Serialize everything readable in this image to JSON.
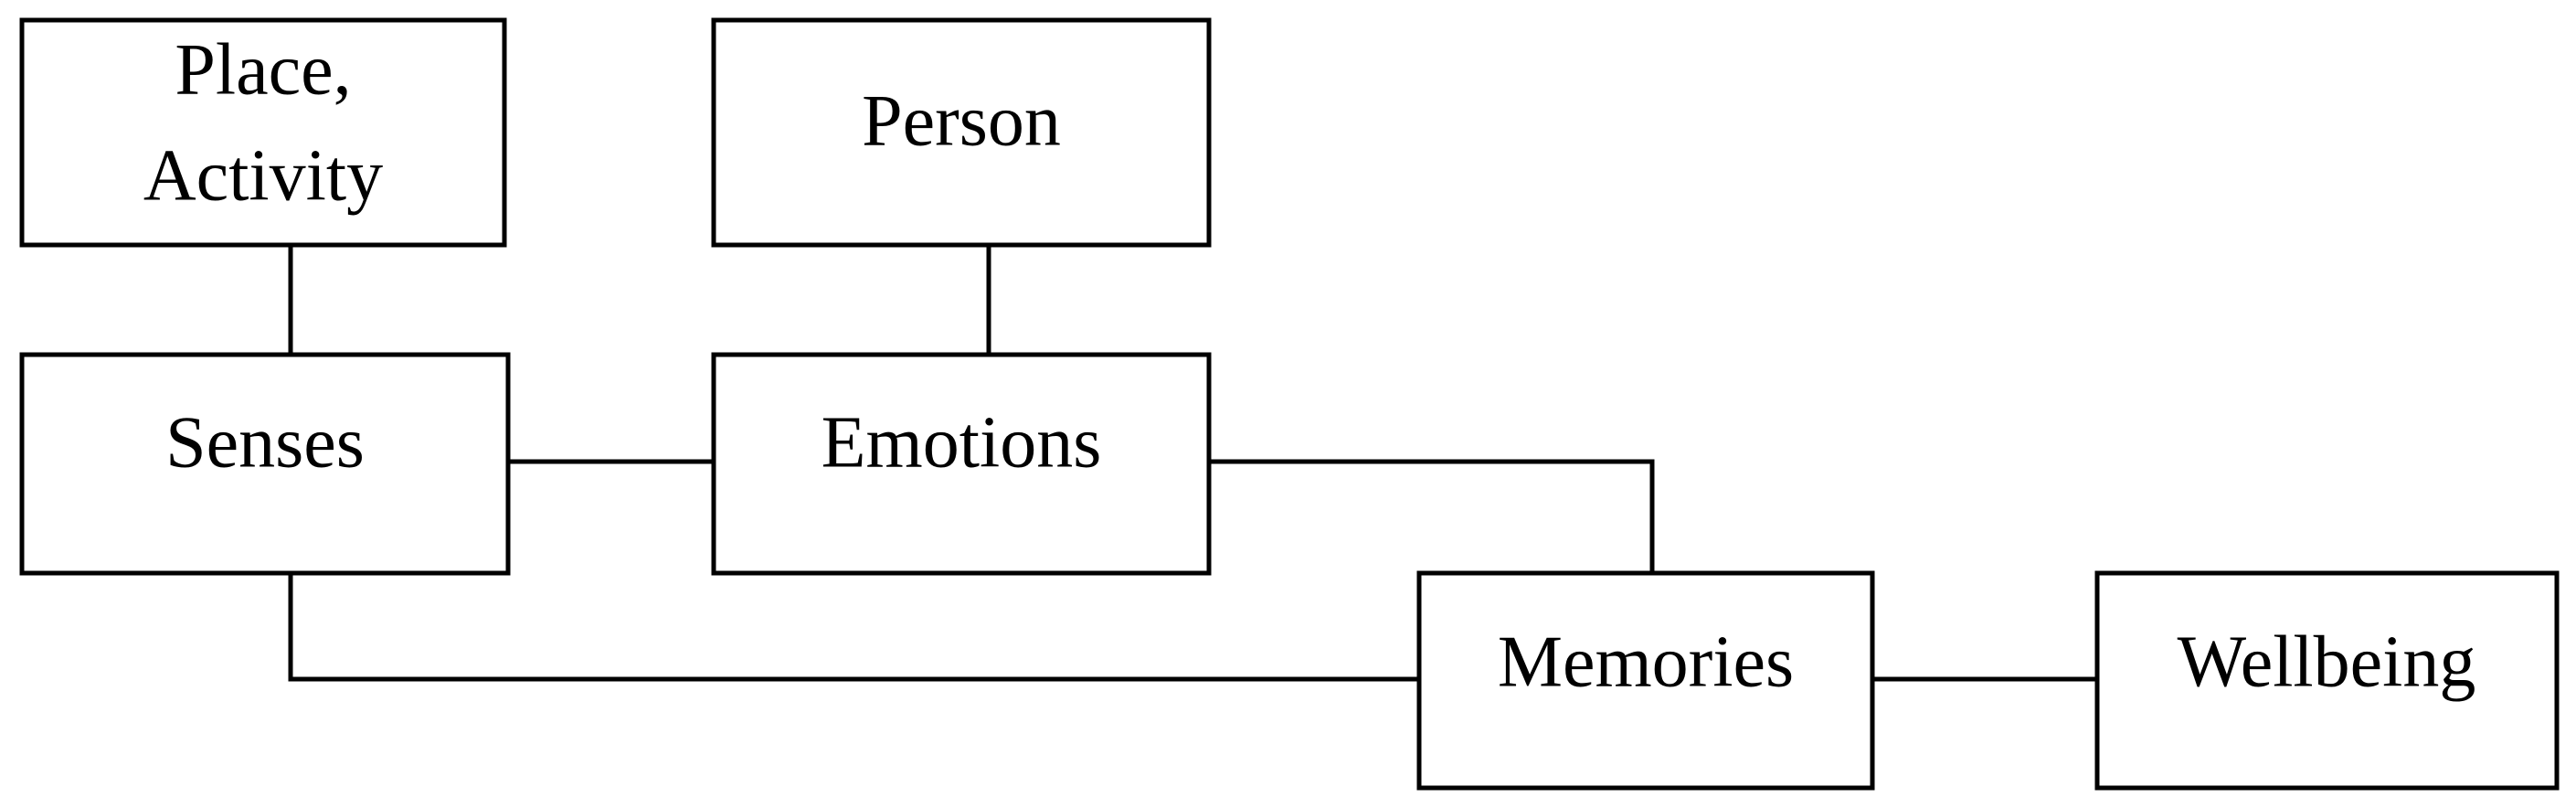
{
  "diagram": {
    "nodes": {
      "place_activity": {
        "line1": "Place,",
        "line2": "Activity"
      },
      "person": {
        "label": "Person"
      },
      "senses": {
        "label": "Senses"
      },
      "emotions": {
        "label": "Emotions"
      },
      "memories": {
        "label": "Memories"
      },
      "wellbeing": {
        "label": "Wellbeing"
      }
    },
    "edges": [
      {
        "from": "Place, Activity",
        "to": "Senses"
      },
      {
        "from": "Person",
        "to": "Emotions"
      },
      {
        "from": "Senses",
        "to": "Emotions"
      },
      {
        "from": "Emotions",
        "to": "Memories"
      },
      {
        "from": "Senses",
        "to": "Memories"
      },
      {
        "from": "Memories",
        "to": "Wellbeing"
      }
    ]
  }
}
